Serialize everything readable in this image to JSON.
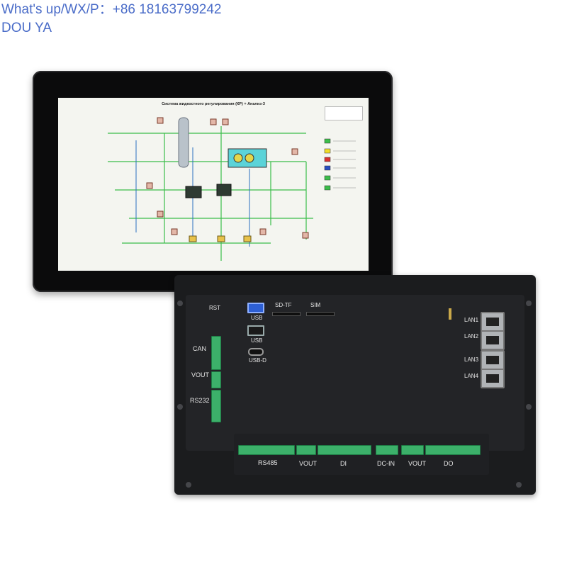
{
  "watermark": {
    "line1": "What's up/WX/P：+86 18163799242",
    "line2": "DOU YA"
  },
  "screen": {
    "title": "Система жидкостного регулирования (КР) + Анализ-3"
  },
  "rear_panel": {
    "left_labels": [
      "RST",
      "CAN",
      "VOUT",
      "RS232"
    ],
    "top_labels": [
      "SD-TF",
      "SIM"
    ],
    "usb_labels": [
      "USB",
      "USB",
      "USB-D"
    ],
    "lan_labels": [
      "LAN1",
      "LAN2",
      "LAN3",
      "LAN4"
    ],
    "bottom_labels": [
      "RS485",
      "VOUT",
      "DI",
      "DC-IN",
      "VOUT",
      "DO"
    ]
  }
}
